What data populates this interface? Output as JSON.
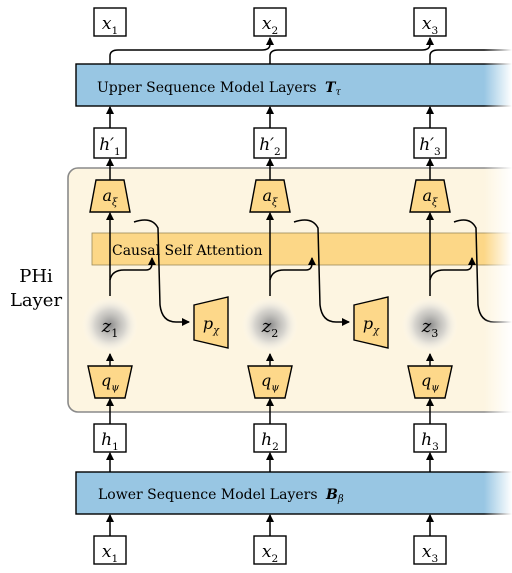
{
  "side_label": {
    "line1": "PHi",
    "line2": "Layer"
  },
  "upper_layers": {
    "label": "Upper Sequence Model Layers",
    "symbol": "T",
    "subscript": "τ"
  },
  "lower_layers": {
    "label": "Lower Sequence Model Layers",
    "symbol": "B",
    "subscript": "β"
  },
  "attention": {
    "label": "Causal Self Attention"
  },
  "columns": [
    {
      "x_top": "x",
      "x_top_sub": "1",
      "h_prime": "h′",
      "h_prime_sub": "1",
      "a": "a",
      "a_sub": "ξ",
      "z": "z",
      "z_sub": "1",
      "q": "q",
      "q_sub": "ψ",
      "h": "h",
      "h_sub": "1",
      "x_bot": "x",
      "x_bot_sub": "1"
    },
    {
      "x_top": "x",
      "x_top_sub": "2",
      "h_prime": "h′",
      "h_prime_sub": "2",
      "a": "a",
      "a_sub": "ξ",
      "z": "z",
      "z_sub": "2",
      "q": "q",
      "q_sub": "ψ",
      "h": "h",
      "h_sub": "2",
      "x_bot": "x",
      "x_bot_sub": "2"
    },
    {
      "x_top": "x",
      "x_top_sub": "3",
      "h_prime": "h′",
      "h_prime_sub": "3",
      "a": "a",
      "a_sub": "ξ",
      "z": "z",
      "z_sub": "3",
      "q": "q",
      "q_sub": "ψ",
      "h": "h",
      "h_sub": "3",
      "x_bot": "x",
      "x_bot_sub": "3"
    }
  ],
  "priors": [
    {
      "p": "p",
      "p_sub": "χ"
    },
    {
      "p": "p",
      "p_sub": "χ"
    }
  ],
  "colors": {
    "blue_bar": "#98c6e3",
    "orange_fill": "#fdd88a",
    "phi_bg": "#fdf5e1",
    "attention_bar": "#fcd787",
    "stroke": "#000000"
  }
}
